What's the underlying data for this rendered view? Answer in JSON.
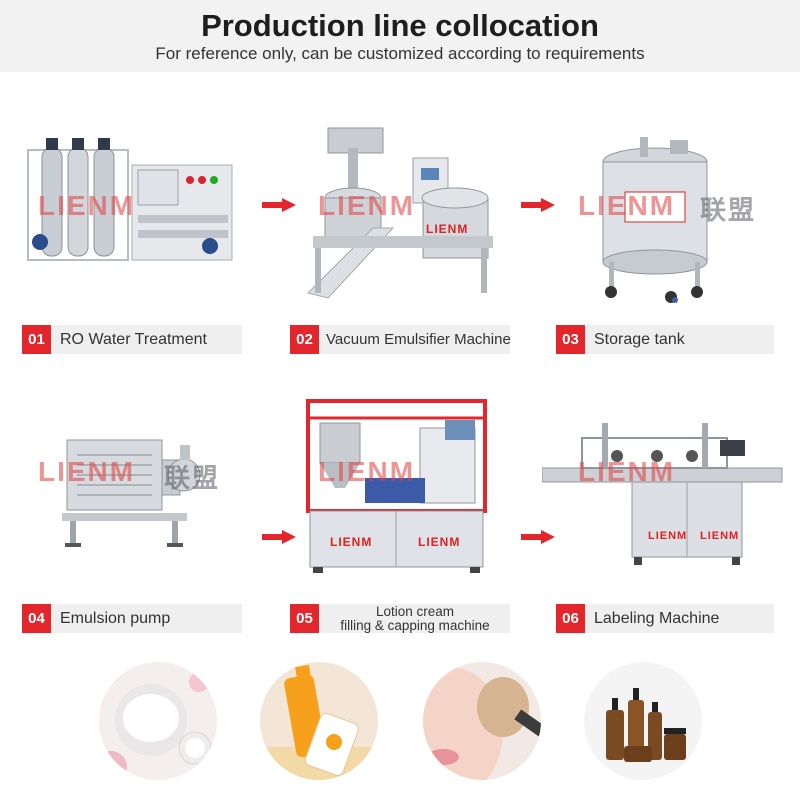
{
  "header": {
    "title": "Production line collocation",
    "subtitle": "For reference only, can be customized according to requirements"
  },
  "watermark": {
    "latin": "LIENM",
    "cjk": "联盟"
  },
  "steps": [
    {
      "num": "01",
      "label": "RO Water Treatment"
    },
    {
      "num": "02",
      "label": "Vacuum Emulsifier Machine"
    },
    {
      "num": "03",
      "label": "Storage tank"
    },
    {
      "num": "04",
      "label": "Emulsion pump"
    },
    {
      "num": "05",
      "label_line1": "Lotion cream",
      "label_line2": "filling & capping machine"
    },
    {
      "num": "06",
      "label": "Labeling Machine"
    }
  ],
  "colors": {
    "accent": "#e3262c",
    "label_bg": "#efefef",
    "header_bg": "#f2f2f2"
  }
}
